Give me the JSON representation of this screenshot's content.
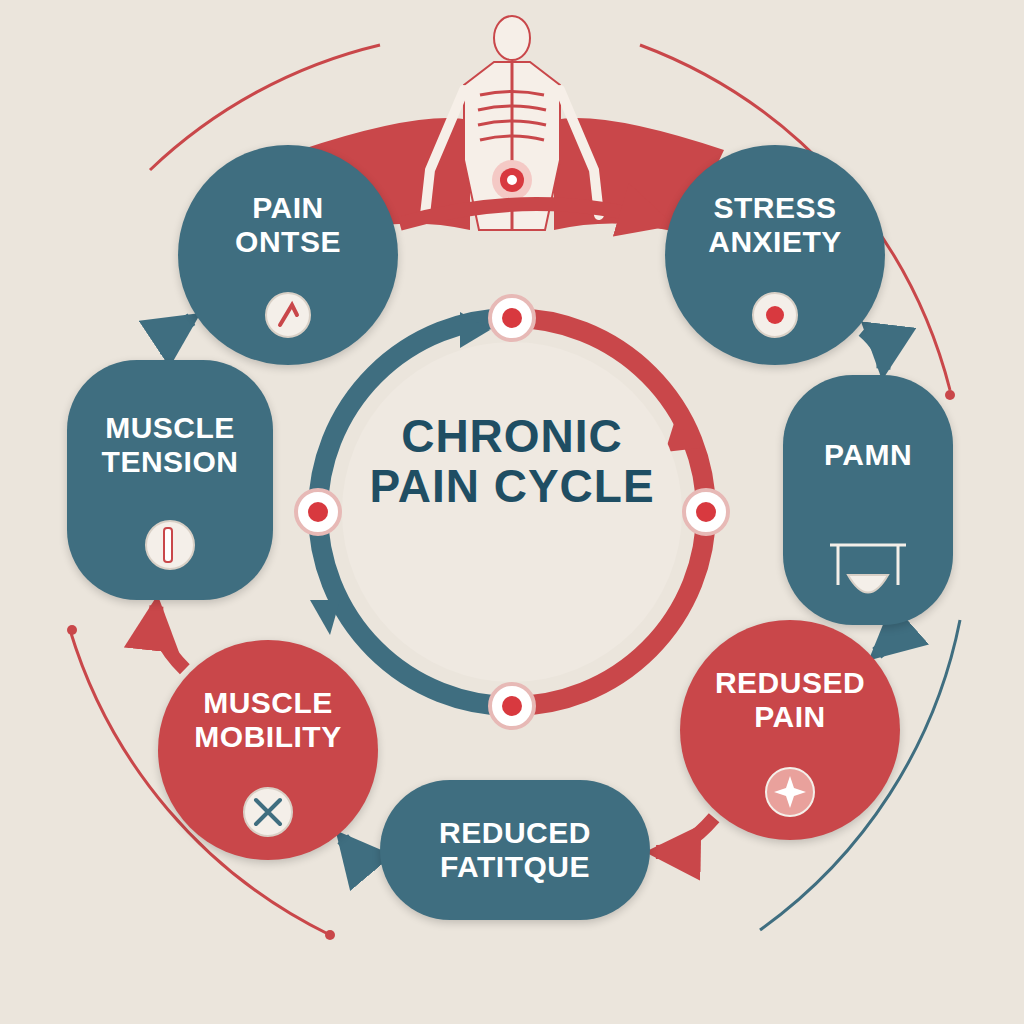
{
  "diagram": {
    "title": "CHRONIC PAIN CYCLE",
    "nodes": [
      {
        "text": [
          "PAIN ONTSE"
        ]
      },
      {
        "text": [
          "STRESS ANXIETY"
        ]
      },
      {
        "text": [
          "MUSCLE TENSION"
        ]
      },
      {
        "text": [
          "PAMN"
        ]
      },
      {
        "text": [
          "MUSCLE MOBILITY"
        ]
      },
      {
        "text": [
          "REDUSED PAIN"
        ]
      },
      {
        "text": [
          "REDUCED FATITQUE"
        ]
      }
    ],
    "edges": [
      {
        "from": 0,
        "to": 1,
        "arrow": "to"
      },
      {
        "from": 1,
        "to": 3,
        "arrow": "to"
      },
      {
        "from": 3,
        "to": 5,
        "arrow": "to"
      },
      {
        "from": 5,
        "to": 6,
        "arrow": "to"
      },
      {
        "from": 6,
        "to": 4,
        "arrow": "to"
      },
      {
        "from": 4,
        "to": 2,
        "arrow": "to"
      },
      {
        "from": 2,
        "to": 0,
        "arrow": "to"
      }
    ]
  }
}
